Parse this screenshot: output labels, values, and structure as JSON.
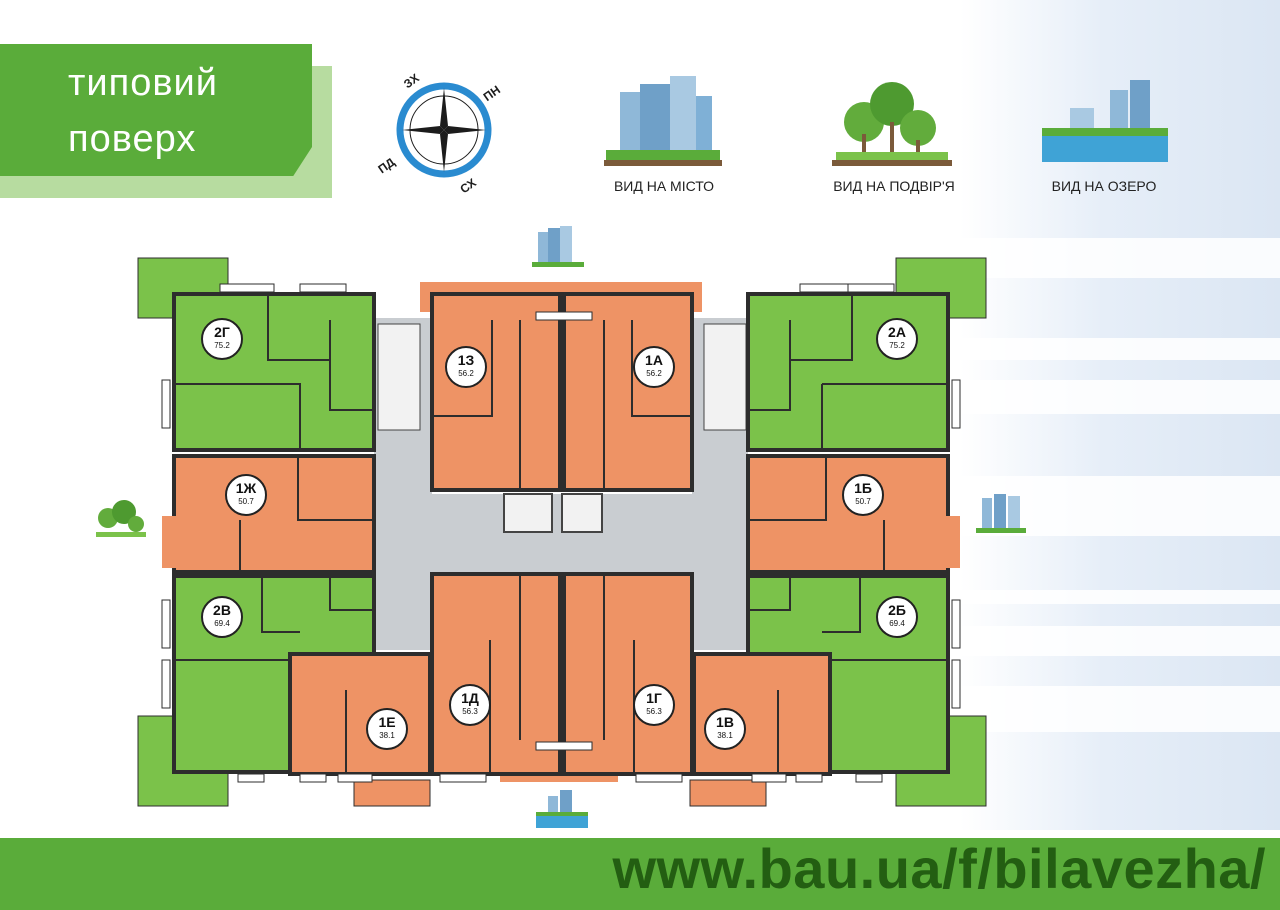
{
  "title": {
    "line1": "типовий",
    "line2": "поверх"
  },
  "compass": {
    "nw": "ЗХ",
    "ne": "ПН",
    "sw": "ПД",
    "se": "СХ"
  },
  "legend": [
    {
      "icon": "city-view-icon",
      "label": "ВИД НА МІСТО"
    },
    {
      "icon": "yard-view-icon",
      "label": "ВИД НА ПОДВІР'Я"
    },
    {
      "icon": "lake-view-icon",
      "label": "ВИД НА ОЗЕРО"
    }
  ],
  "apartments": [
    {
      "id": "2Г",
      "area": "75.2",
      "type": "2-room"
    },
    {
      "id": "1З",
      "area": "56.2",
      "type": "1-room"
    },
    {
      "id": "1А",
      "area": "56.2",
      "type": "1-room"
    },
    {
      "id": "2А",
      "area": "75.2",
      "type": "2-room"
    },
    {
      "id": "1Ж",
      "area": "50.7",
      "type": "1-room"
    },
    {
      "id": "1Б",
      "area": "50.7",
      "type": "1-room"
    },
    {
      "id": "2В",
      "area": "69.4",
      "type": "2-room"
    },
    {
      "id": "2Б",
      "area": "69.4",
      "type": "2-room"
    },
    {
      "id": "1Е",
      "area": "38.1",
      "type": "1-room"
    },
    {
      "id": "1Д",
      "area": "56.3",
      "type": "1-room"
    },
    {
      "id": "1Г",
      "area": "56.3",
      "type": "1-room"
    },
    {
      "id": "1В",
      "area": "38.1",
      "type": "1-room"
    }
  ],
  "colors": {
    "two_room": "#7bc24a",
    "one_room": "#ee9365",
    "corridor": "#c9cdd1",
    "brand_green": "#5aac3a",
    "url_text": "#235e12"
  },
  "footer": {
    "url": "www.bau.ua/f/bilavezha/"
  }
}
